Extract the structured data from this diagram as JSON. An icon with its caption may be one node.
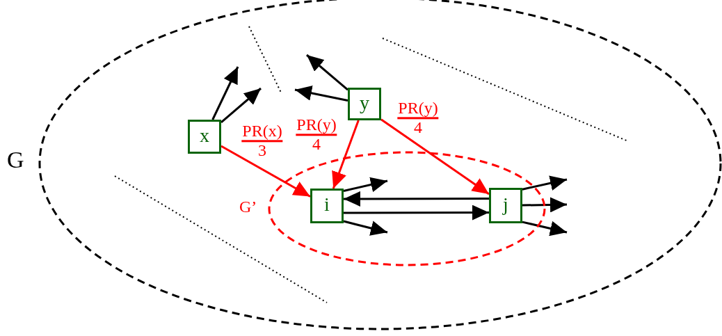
{
  "diagram": {
    "nodes": [
      {
        "text": [
          "G"
        ]
      },
      {
        "text": [
          "G’"
        ],
        "in": 0
      },
      {
        "text": [
          "x"
        ],
        "in": 0
      },
      {
        "text": [
          "y"
        ],
        "in": 0
      },
      {
        "text": [
          "i"
        ],
        "in": 1
      },
      {
        "text": [
          "j"
        ],
        "in": 1
      }
    ],
    "edges": [
      {
        "from": 2,
        "to": null,
        "arrow": "to"
      },
      {
        "from": 2,
        "to": null,
        "arrow": "to"
      },
      {
        "from": 3,
        "to": null,
        "arrow": "to"
      },
      {
        "from": 3,
        "to": null,
        "arrow": "to"
      },
      {
        "from": 2,
        "to": 4,
        "arrow": "to",
        "label": "PR(x) 3",
        "color": "#ff0000"
      },
      {
        "from": 3,
        "to": 4,
        "arrow": "to",
        "label": "PR(y) 4",
        "color": "#ff0000"
      },
      {
        "from": 3,
        "to": 5,
        "arrow": "to",
        "label": "PR(y) 4",
        "color": "#ff0000"
      },
      {
        "from": 4,
        "to": null,
        "arrow": "to"
      },
      {
        "from": 4,
        "to": null,
        "arrow": "to"
      },
      {
        "from": 5,
        "to": 4,
        "arrow": "to"
      },
      {
        "from": 4,
        "to": 5,
        "arrow": "to"
      },
      {
        "from": 5,
        "to": null,
        "arrow": "to"
      },
      {
        "from": 5,
        "to": null,
        "arrow": "to"
      },
      {
        "from": 5,
        "to": null,
        "arrow": "to"
      }
    ]
  }
}
